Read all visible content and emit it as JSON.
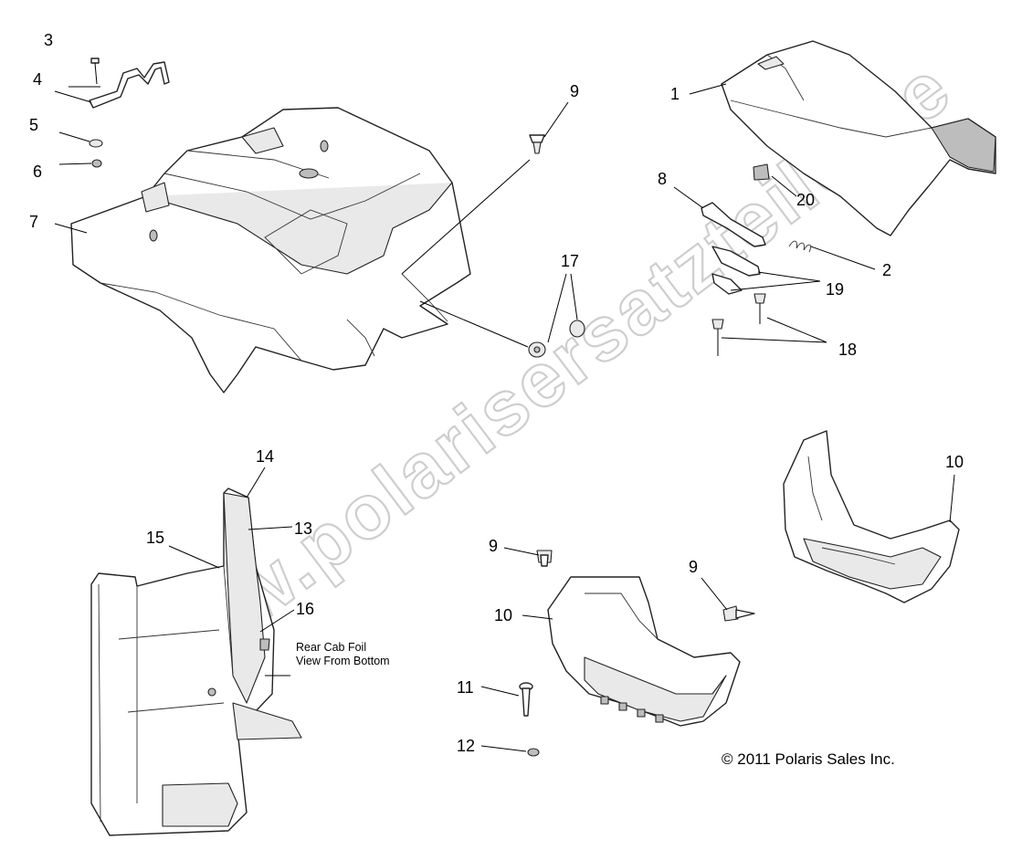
{
  "callouts": {
    "c1": "1",
    "c2": "2",
    "c3": "3",
    "c4": "4",
    "c5": "5",
    "c6": "6",
    "c7": "7",
    "c8": "8",
    "c9a": "9",
    "c9b": "9",
    "c9c": "9",
    "c10a": "10",
    "c10b": "10",
    "c11": "11",
    "c12": "12",
    "c13": "13",
    "c14": "14",
    "c15": "15",
    "c16": "16",
    "c17": "17",
    "c18": "18",
    "c19": "19",
    "c20": "20"
  },
  "note": {
    "line1": "Rear Cab Foil",
    "line2": "View From Bottom"
  },
  "copyright": "© 2011 Polaris Sales Inc.",
  "watermark": "www.polarisersatzteile.de"
}
